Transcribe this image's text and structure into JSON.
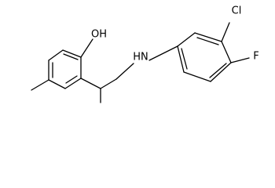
{
  "structure": {
    "atom_labels": {
      "hydroxyl": "OH",
      "amine": "HN",
      "chlorine": "Cl",
      "fluorine": "F"
    },
    "colors": {
      "bond": "#000000",
      "label": "#000000",
      "background": "#ffffff"
    }
  }
}
